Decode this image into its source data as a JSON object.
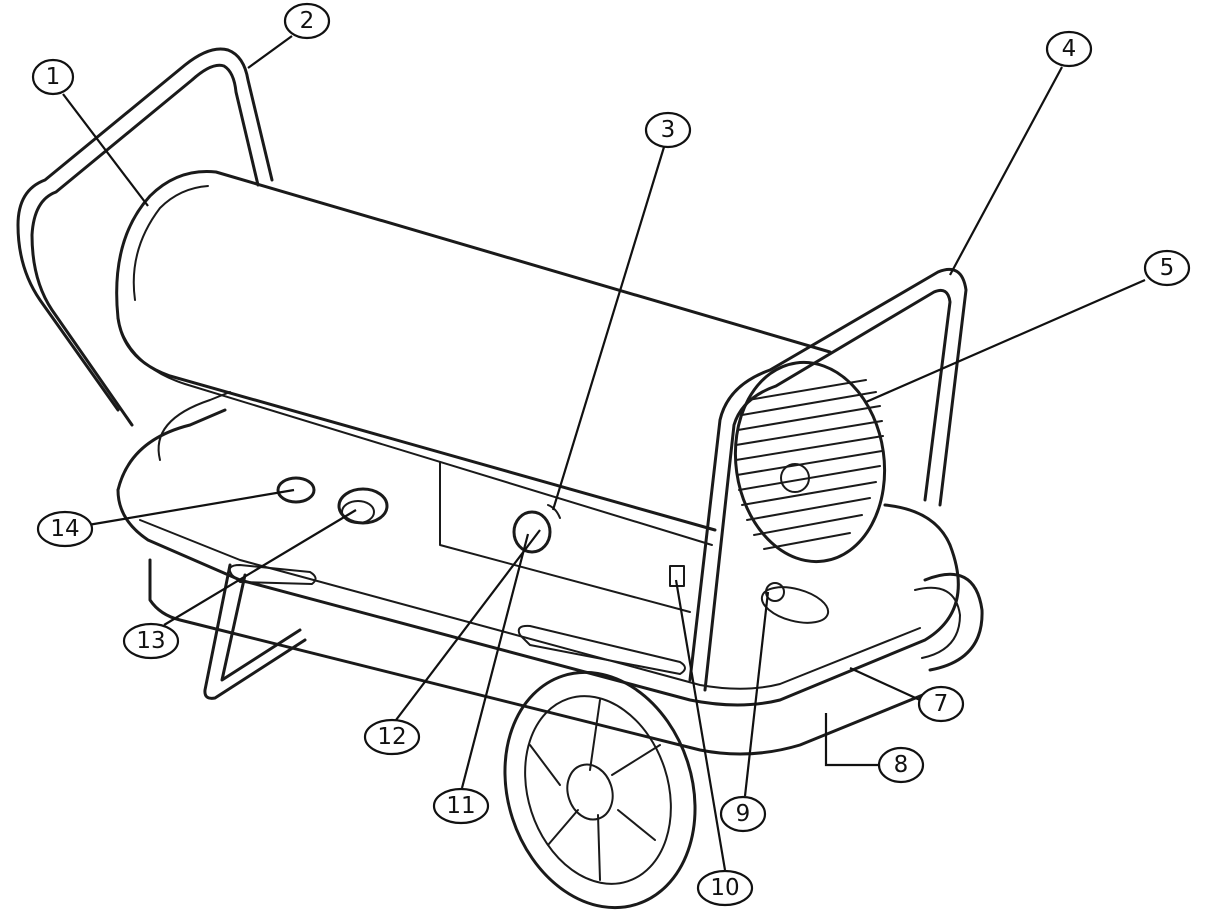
{
  "callouts": [
    {
      "id": "1",
      "label": "1"
    },
    {
      "id": "2",
      "label": "2"
    },
    {
      "id": "3",
      "label": "3"
    },
    {
      "id": "4",
      "label": "4"
    },
    {
      "id": "5",
      "label": "5"
    },
    {
      "id": "7",
      "label": "7"
    },
    {
      "id": "8",
      "label": "8"
    },
    {
      "id": "9",
      "label": "9"
    },
    {
      "id": "10",
      "label": "10"
    },
    {
      "id": "11",
      "label": "11"
    },
    {
      "id": "12",
      "label": "12"
    },
    {
      "id": "13",
      "label": "13"
    },
    {
      "id": "14",
      "label": "14"
    }
  ],
  "colors": {
    "line": "#1a1a1a",
    "background": "#ffffff"
  }
}
